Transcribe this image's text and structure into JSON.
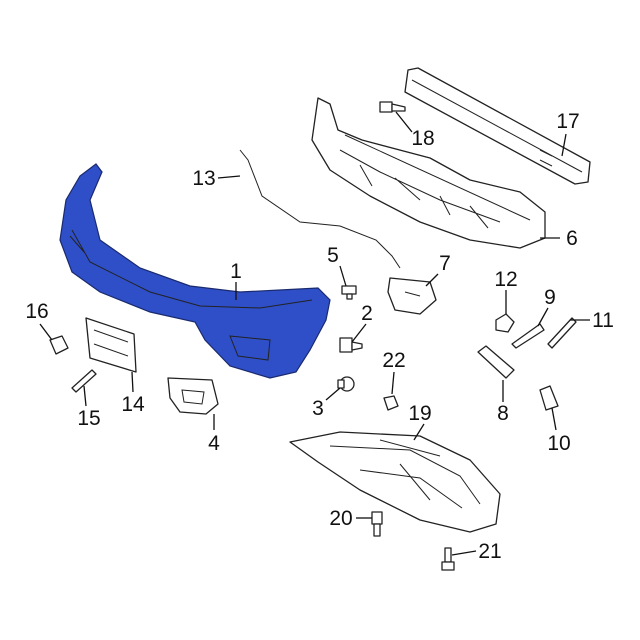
{
  "diagram": {
    "title": "Front bumper exploded parts diagram",
    "accent_color": "#2f4fc8",
    "callouts": [
      {
        "id": "1",
        "label": "1"
      },
      {
        "id": "2",
        "label": "2"
      },
      {
        "id": "3",
        "label": "3"
      },
      {
        "id": "4",
        "label": "4"
      },
      {
        "id": "5",
        "label": "5"
      },
      {
        "id": "6",
        "label": "6"
      },
      {
        "id": "7",
        "label": "7"
      },
      {
        "id": "8",
        "label": "8"
      },
      {
        "id": "9",
        "label": "9"
      },
      {
        "id": "10",
        "label": "10"
      },
      {
        "id": "11",
        "label": "11"
      },
      {
        "id": "12",
        "label": "12"
      },
      {
        "id": "13",
        "label": "13"
      },
      {
        "id": "14",
        "label": "14"
      },
      {
        "id": "15",
        "label": "15"
      },
      {
        "id": "16",
        "label": "16"
      },
      {
        "id": "17",
        "label": "17"
      },
      {
        "id": "18",
        "label": "18"
      },
      {
        "id": "19",
        "label": "19"
      },
      {
        "id": "20",
        "label": "20"
      },
      {
        "id": "21",
        "label": "21"
      },
      {
        "id": "22",
        "label": "22"
      }
    ]
  }
}
